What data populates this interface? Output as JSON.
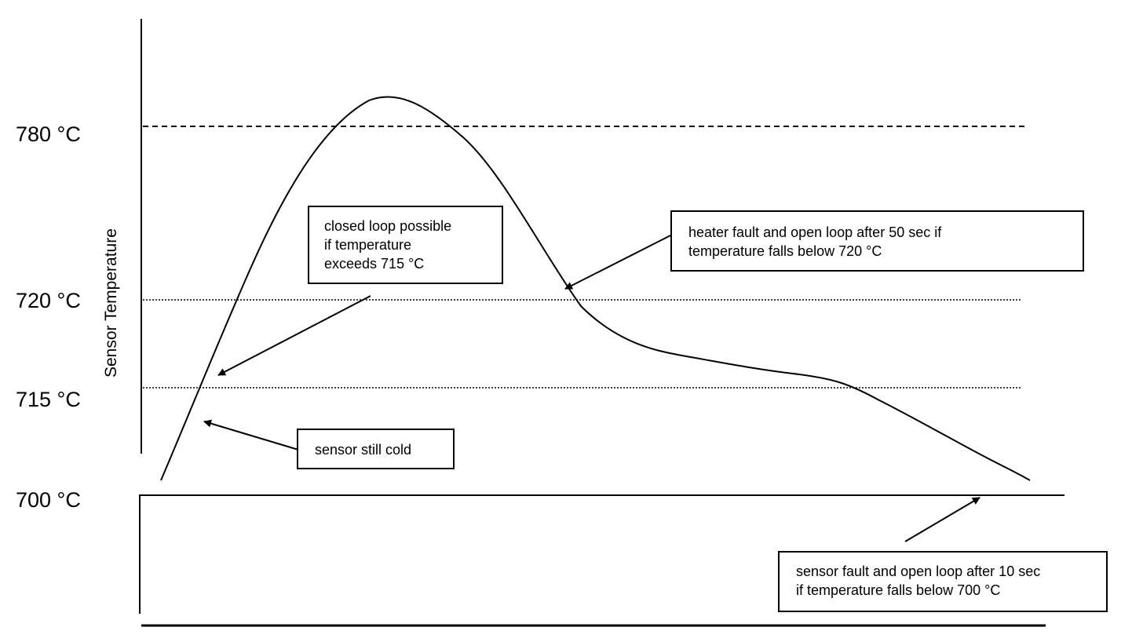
{
  "axis": {
    "title": "Sensor Temperature",
    "ticks": [
      {
        "label": "780 °C",
        "value": 780
      },
      {
        "label": "720 °C",
        "value": 720
      },
      {
        "label": "715 °C",
        "value": 715
      },
      {
        "label": "700 °C",
        "value": 700
      }
    ]
  },
  "thresholds": [
    {
      "value": 780,
      "style": "dashed"
    },
    {
      "value": 720,
      "style": "dotted"
    },
    {
      "value": 715,
      "style": "dotted"
    }
  ],
  "annotations": [
    {
      "id": "closed-loop",
      "lines": [
        "closed loop possible",
        "if temperature",
        "exceeds 715 °C"
      ]
    },
    {
      "id": "heater-fault",
      "lines": [
        "heater fault and open loop after 50 sec if",
        "temperature falls below 720 °C"
      ]
    },
    {
      "id": "sensor-cold",
      "lines": [
        "sensor still cold"
      ]
    },
    {
      "id": "sensor-fault",
      "lines": [
        "sensor fault and open loop after 10 sec",
        "if temperature falls below 700 °C"
      ]
    }
  ],
  "colors": {
    "ink": "#000000",
    "background": "#ffffff"
  }
}
